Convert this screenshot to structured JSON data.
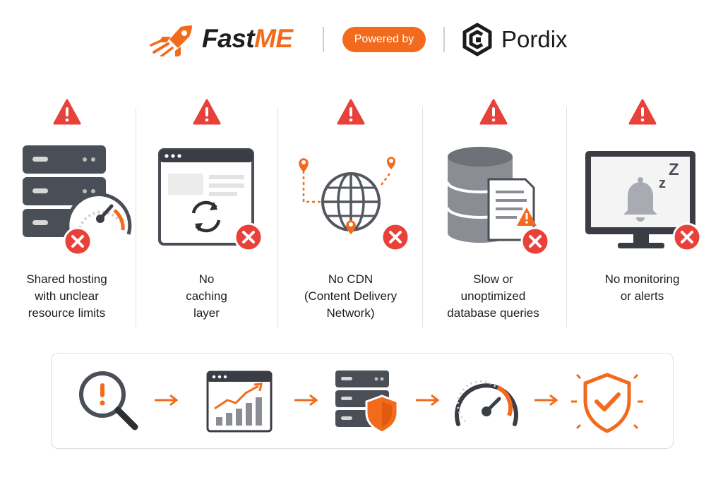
{
  "header": {
    "brand_fast": "Fast",
    "brand_me": "ME",
    "powered_by": "Powered by",
    "partner": "Pordix"
  },
  "colors": {
    "accent": "#f26b1d",
    "danger": "#e8413a",
    "dark": "#3a3d44"
  },
  "problems": [
    {
      "icon": "server-speedometer-icon",
      "lines": [
        "Shared hosting",
        "with unclear",
        "resource limits"
      ]
    },
    {
      "icon": "browser-refresh-icon",
      "lines": [
        "No",
        "caching",
        "layer"
      ]
    },
    {
      "icon": "globe-locations-icon",
      "lines": [
        "No CDN",
        "(Content Delivery",
        "Network)"
      ]
    },
    {
      "icon": "database-document-icon",
      "lines": [
        "Slow or",
        "unoptimized",
        "database queries"
      ]
    },
    {
      "icon": "monitor-sleeping-bell-icon",
      "lines": [
        "No monitoring",
        "or alerts"
      ]
    }
  ],
  "process_steps": [
    "magnifier-alert-icon",
    "browser-growth-chart-icon",
    "server-shield-icon",
    "speedometer-icon",
    "shield-check-icon"
  ]
}
